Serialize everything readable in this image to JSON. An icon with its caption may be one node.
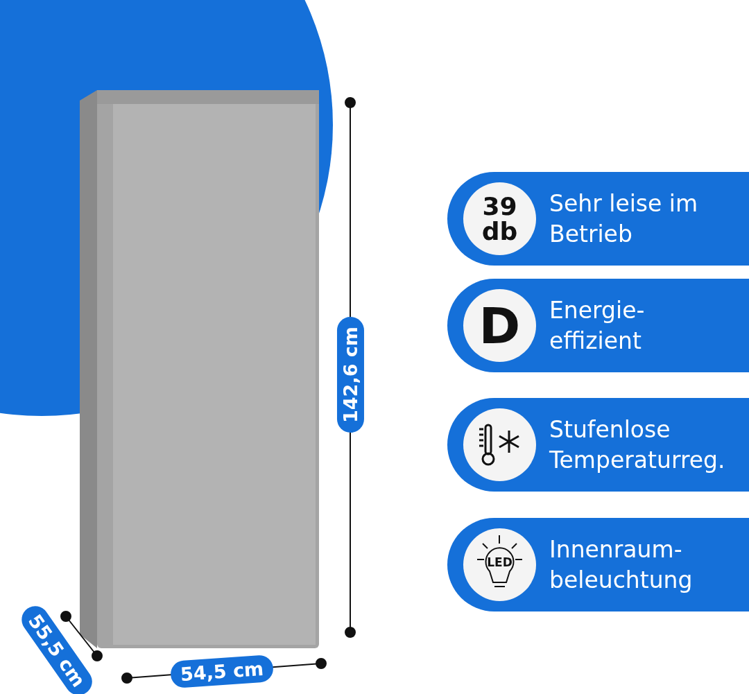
{
  "diagram": {
    "nodes": [
      {
        "text": [
          "Sehr leise im Betrieb"
        ]
      },
      {
        "text": [
          "39 db"
        ],
        "in": 0
      },
      {
        "text": [
          "Energie- effizient"
        ]
      },
      {
        "text": [
          "D"
        ],
        "in": 2
      },
      {
        "text": [
          "Stufenlose Temperaturreg."
        ]
      },
      {
        "text": [],
        "shape": "circle",
        "in": 4
      },
      {
        "text": [
          "Innenraum- beleuchtung"
        ]
      },
      {
        "text": [
          "LED"
        ],
        "in": 6
      }
    ],
    "edges": [],
    "labels": [
      "142,6 cm",
      "55,5 cm",
      "54,5 cm"
    ]
  }
}
